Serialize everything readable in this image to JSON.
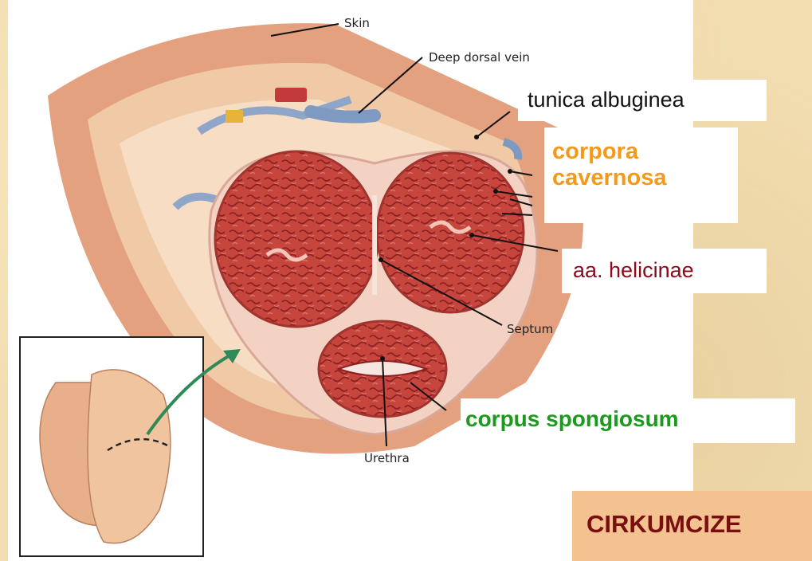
{
  "labels": {
    "skin": "Skin",
    "deep_dorsal_vein": "Deep dorsal vein",
    "septum": "Septum",
    "urethra": "Urethra"
  },
  "overlays": {
    "tunica_albuginea": "tunica albuginea",
    "corpora_line1": "corpora",
    "corpora_line2": "cavernosa",
    "aa_helicinae": "aa. helicinae",
    "corpus_spongiosum": "corpus spongiosum",
    "cirkumcize": "CIRKUMCIZE"
  },
  "colors": {
    "background": "#f1ddb0",
    "corpora_text": "#f39a1a",
    "helicinae_text": "#8c0a1c",
    "spongiosum_text": "#1d9a1d",
    "cirkumcize_box": "#f4c290",
    "cirkumcize_text": "#7a0f12",
    "tissue": "#c6463e",
    "skin": "#e3a17f"
  }
}
